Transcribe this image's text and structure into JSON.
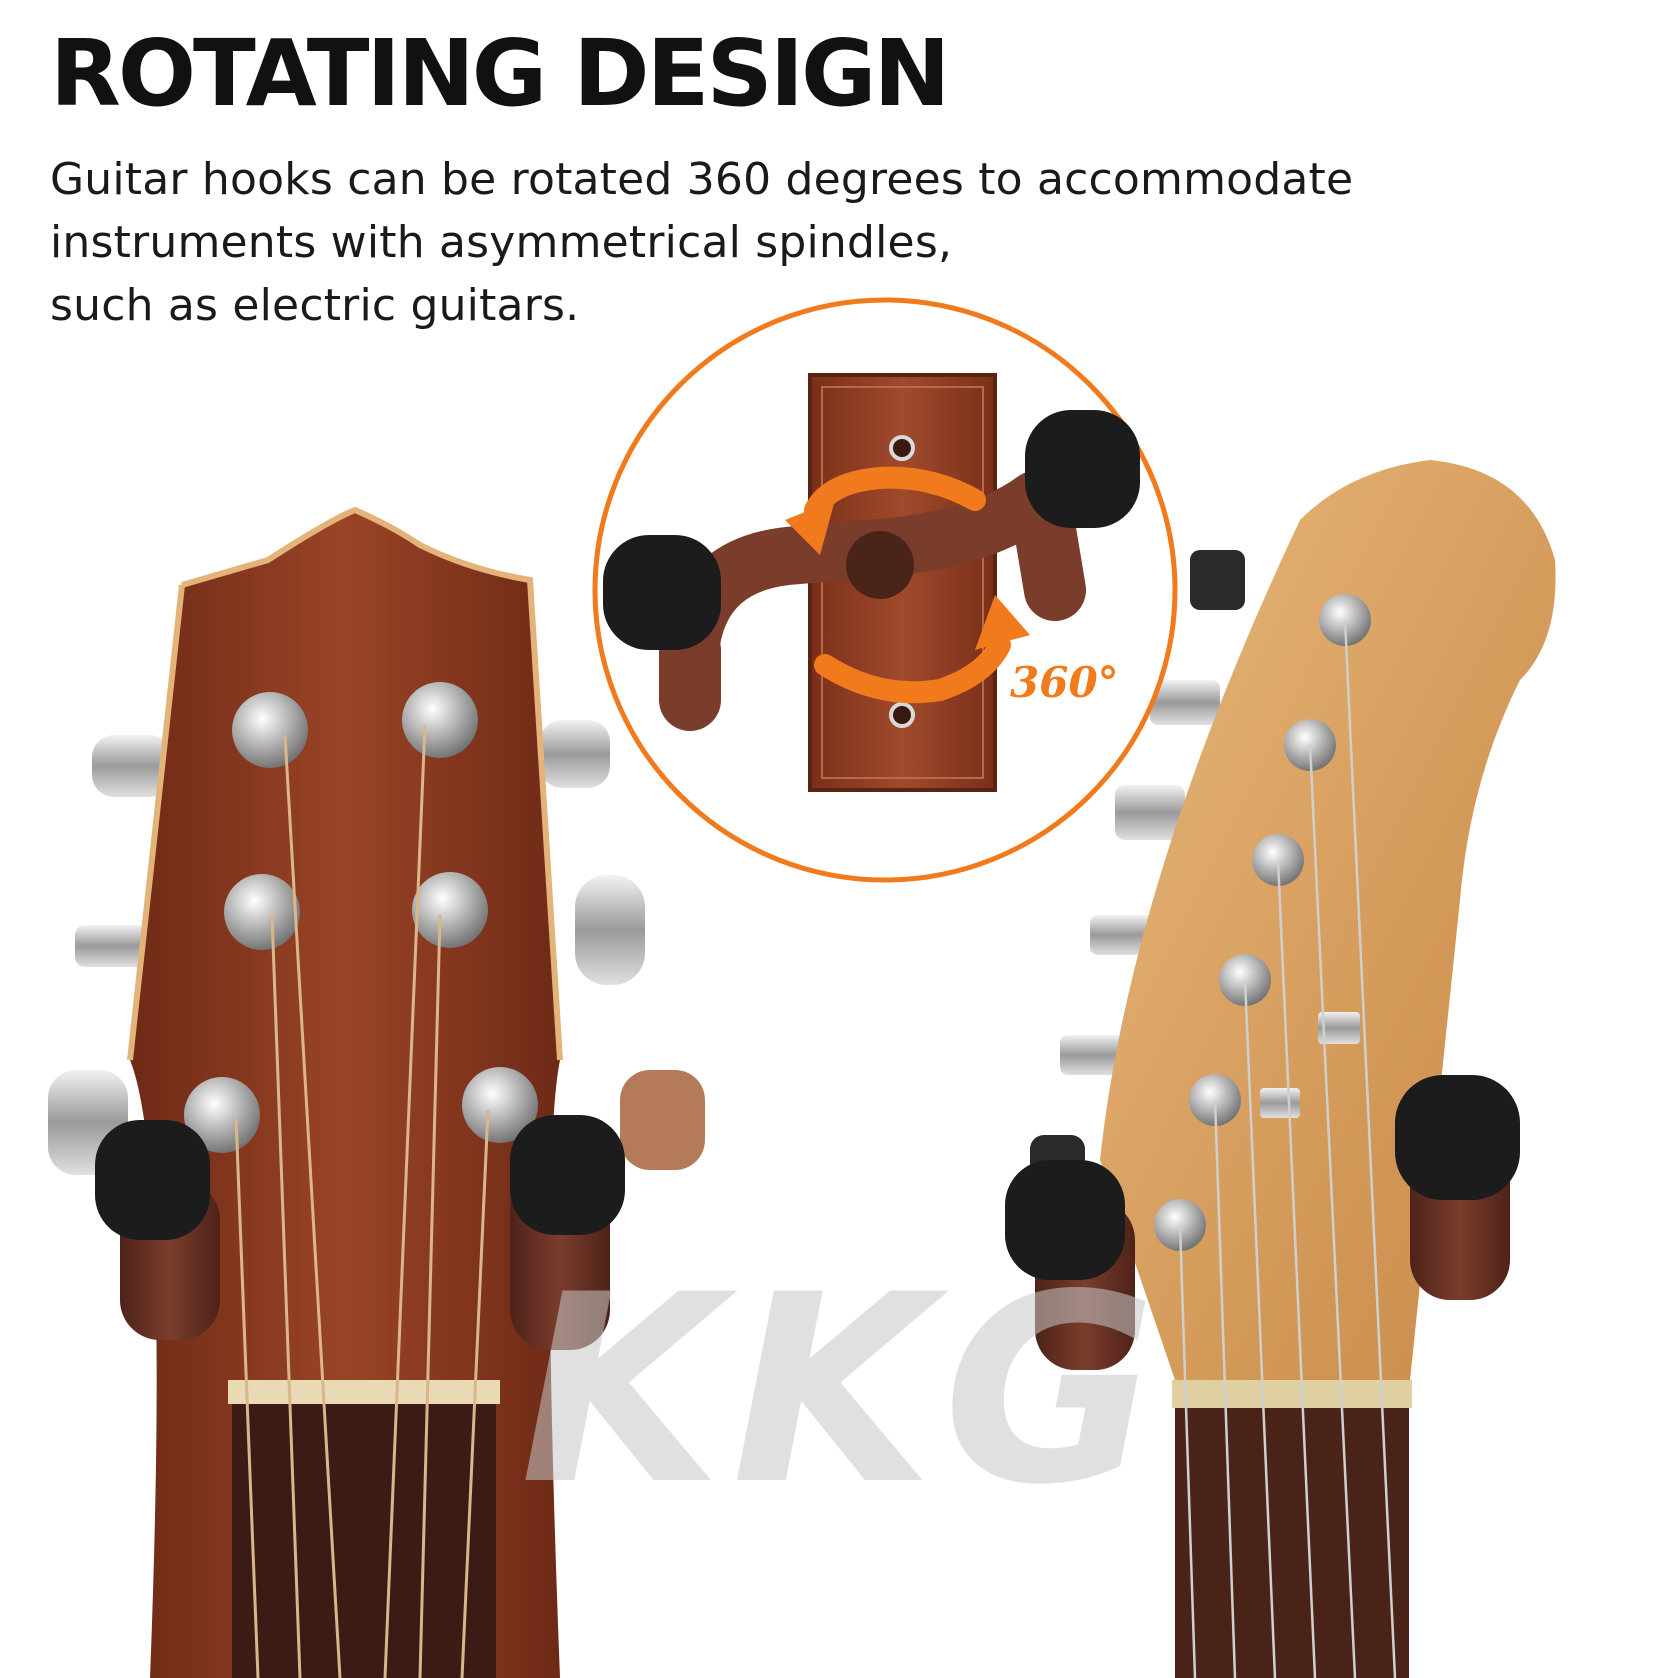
{
  "headline": "ROTATING DESIGN",
  "description": [
    "Guitar hooks can be rotated 360 degrees to accommodate",
    "instruments with asymmetrical spindles,",
    "such as electric guitars."
  ],
  "rotation_label": "360°",
  "watermark": "KKG",
  "colors": {
    "accent_orange": "#f07a1c",
    "mahogany": "#8a3a22",
    "maple": "#d9a56a",
    "rubber_black": "#1c1c1c",
    "hook_brown": "#6b3527"
  }
}
